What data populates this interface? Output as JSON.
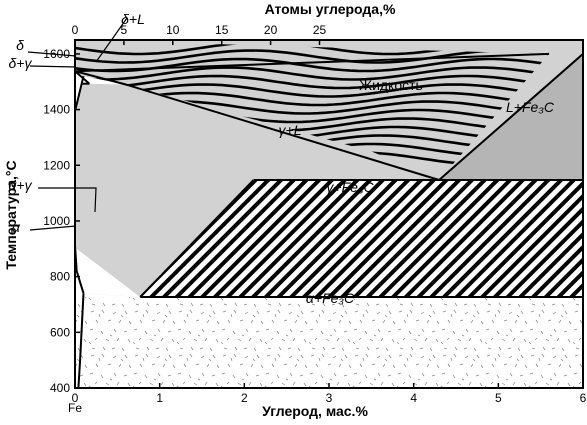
{
  "chart_data": {
    "type": "phase-diagram",
    "title": "",
    "xlabel": "Углерод, мас.%",
    "x2label": "Атомы углерода,%",
    "ylabel": "Температура,°С",
    "xlim": [
      0,
      6
    ],
    "ylim": [
      400,
      1650
    ],
    "x_ticks": [
      "0",
      "1",
      "2",
      "3",
      "4",
      "5",
      "6"
    ],
    "x2_ticks": [
      "0",
      "5",
      "10",
      "15",
      "20",
      "25"
    ],
    "y_ticks": [
      "1600",
      "1400",
      "1200",
      "1000",
      "800",
      "600",
      "400"
    ],
    "origin_label": "Fe",
    "regions": [
      {
        "name": "delta_L",
        "label": "δ+L"
      },
      {
        "name": "delta",
        "label": "δ"
      },
      {
        "name": "delta_gamma",
        "label": "δ+γ"
      },
      {
        "name": "liquid",
        "label": "Жидкость"
      },
      {
        "name": "L_Fe3C",
        "label": "L+Fe₃C"
      },
      {
        "name": "gamma_L",
        "label": "γ+L"
      },
      {
        "name": "gamma_Fe3C",
        "label": "γ+Fe₃C"
      },
      {
        "name": "alpha_gamma",
        "label": "α+γ"
      },
      {
        "name": "alpha",
        "label": "α"
      },
      {
        "name": "alpha_Fe3C",
        "label": "α+Fe₃C"
      }
    ],
    "points": [
      {
        "name": "eutectic",
        "x": 4.3,
        "y": 1147
      },
      {
        "name": "max_gamma_solubility",
        "x": 2.11,
        "y": 1147
      },
      {
        "name": "eutectoid",
        "x": 0.77,
        "y": 727
      }
    ],
    "colors": {
      "liquid": "#d2d2d2",
      "gamma": "#d2d2d2",
      "two_phase_L_Fe3C": "#b5b5b5",
      "hatch": "#000000",
      "alpha_Fe3C_bg": "#ffffff"
    }
  },
  "axis_titles": {
    "xlabel": "Углерод, мас.%",
    "x2label": "Атомы углерода,%",
    "ylabel": "Температура,°С",
    "origin_label": "Fe"
  },
  "region_labels": {
    "delta_L": "δ+L",
    "delta": "δ",
    "delta_gamma": "δ+γ",
    "liquid": "Жидкость",
    "L_Fe3C": "L+Fe₃C",
    "gamma_L": "γ+L",
    "gamma_Fe3C": "γ+Fe₃C",
    "alpha_gamma": "α+γ",
    "alpha": "α",
    "alpha_Fe3C": "α+Fe₃C"
  }
}
